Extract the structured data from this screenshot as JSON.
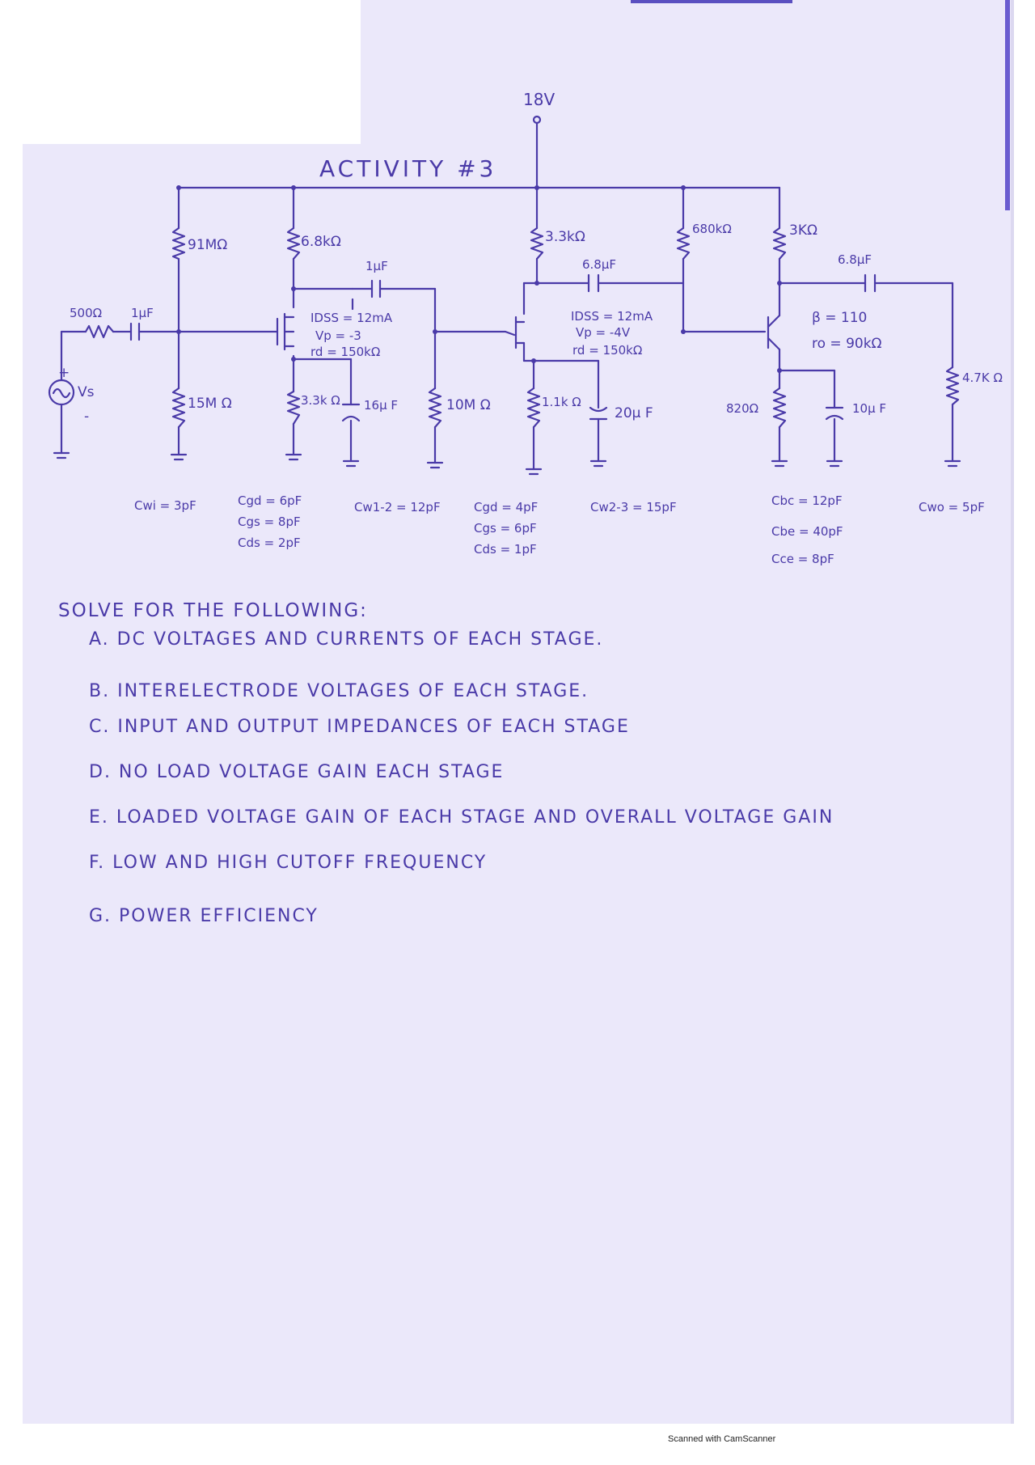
{
  "title": "ACTIVITY #3",
  "supply": "18V",
  "source": {
    "resistance": "500Ω",
    "coupling_cap": "1μF",
    "label": "Vs",
    "plus": "+",
    "minus": "-"
  },
  "stage1": {
    "r1": "91MΩ",
    "r2": "15M Ω",
    "rd": "6.8kΩ",
    "rs": "3.3k Ω",
    "cs": "16μ F",
    "coupling_cap": "1μF",
    "rg_next": "10M Ω",
    "idss": "IDSS = 12mA",
    "vp": "Vp = -3",
    "rd_param": "rd = 150kΩ",
    "cgd": "Cgd = 6pF",
    "cgs": "Cgs = 8pF",
    "cds": "Cds = 2pF"
  },
  "stage2": {
    "rd": "3.3kΩ",
    "rs": "1.1k Ω",
    "cs": "20μ F",
    "coupling_cap": "6.8μF",
    "idss": "IDSS = 12mA",
    "vp": "Vp = -4V",
    "rd_param": "rd = 150kΩ",
    "cgd": "Cgd = 4pF",
    "cgs": "Cgs = 6pF",
    "cds": "Cds = 1pF"
  },
  "stage3": {
    "rb": "680kΩ",
    "rc": "3KΩ",
    "re": "820Ω",
    "ce": "10μ F",
    "coupling_cap": "6.8μF",
    "beta": "β = 110",
    "ro": "ro = 90kΩ",
    "cbc": "Cbc = 12pF",
    "cbe": "Cbe = 40pF",
    "cce": "Cce = 8pF"
  },
  "load": {
    "resistance": "4.7K Ω"
  },
  "wiring_caps": {
    "cwi": "Cwi = 3pF",
    "cw12": "Cw1-2 = 12pF",
    "cw23": "Cw2-3 = 15pF",
    "cwo": "Cwo = 5pF"
  },
  "questions": {
    "header": "SOLVE FOR THE FOLLOWING:",
    "items": [
      "A. DC VOLTAGES AND CURRENTS OF EACH STAGE.",
      "B. INTERELECTRODE VOLTAGES OF EACH STAGE.",
      "C. INPUT AND OUTPUT IMPEDANCES OF EACH STAGE",
      "D. NO LOAD VOLTAGE GAIN EACH STAGE",
      "E. LOADED VOLTAGE GAIN OF EACH STAGE AND OVERALL VOLTAGE GAIN",
      "F. LOW AND HIGH CUTOFF FREQUENCY",
      "G. POWER EFFICIENCY"
    ]
  },
  "footer": "Scanned with CamScanner",
  "colors": {
    "ink": "#4a3aa8",
    "paper": "#ebe8fa"
  }
}
